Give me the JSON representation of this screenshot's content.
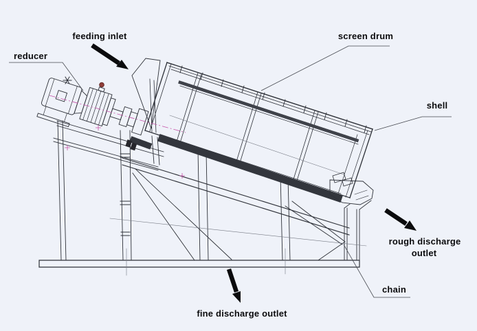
{
  "colors": {
    "background": "#eff2f9",
    "line": "#2e3138",
    "thin_line": "#767a84",
    "leader": "#45484f",
    "text": "#0b0b0d",
    "arrow": "#0b0b0d",
    "centerline_magenta": "#c653a8",
    "bolt_red": "#8f3d38"
  },
  "labels": {
    "feeding_inlet": "feeding inlet",
    "reducer": "reducer",
    "screen_drum": "screen drum",
    "shell": "shell",
    "rough_discharge_line1": "rough discharge",
    "rough_discharge_line2": "outlet",
    "chain": "chain",
    "fine_discharge": "fine discharge outlet"
  }
}
